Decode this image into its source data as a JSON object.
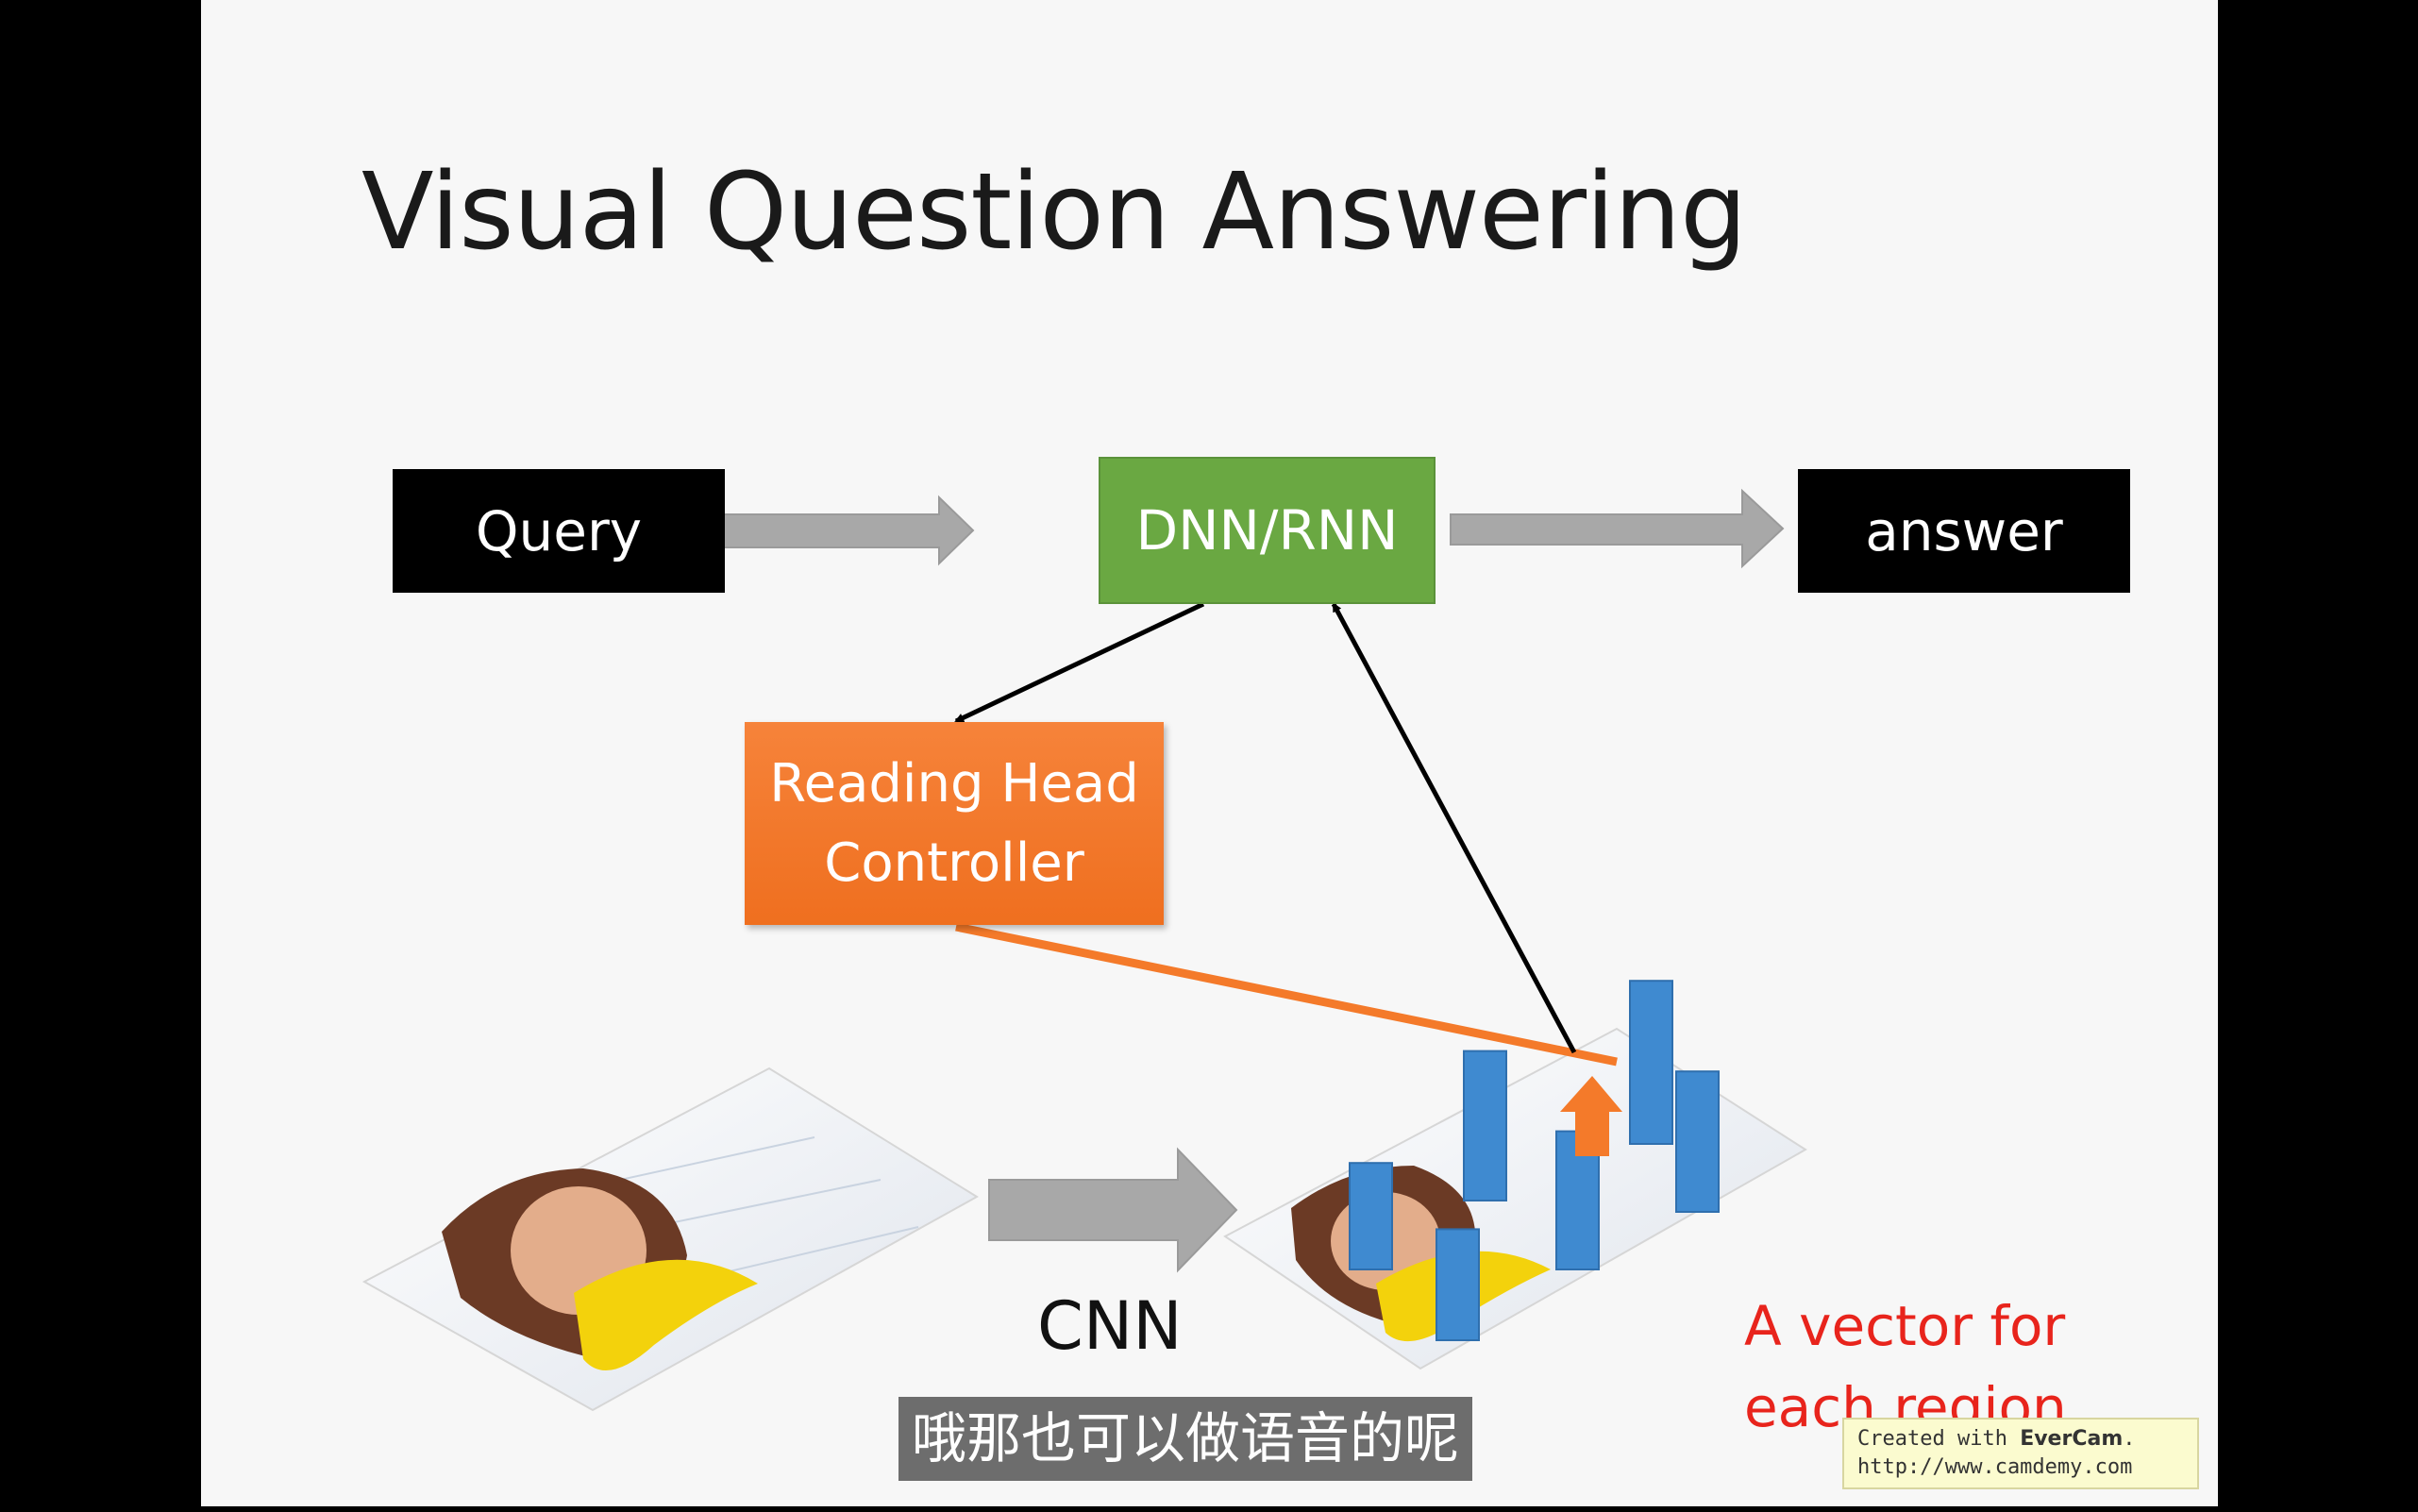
{
  "slide": {
    "title": "Visual Question Answering",
    "nodes": {
      "query": "Query",
      "dnn_rnn": "DNN/RNN",
      "answer": "answer",
      "reading_head_line1": "Reading Head",
      "reading_head_line2": "Controller"
    },
    "cnn_label": "CNN",
    "region_label_line1": "A vector for",
    "region_label_line2": "each region",
    "colors": {
      "node_black": "#000000",
      "dnn_green": "#6aa842",
      "controller_orange": "#f47a2a",
      "feature_bar_blue": "#3f8ad0",
      "arrow_gray": "#a8a8a8",
      "label_red": "#e8241c"
    },
    "feature_vectors": [
      {
        "height": 0.47
      },
      {
        "height": 0.66
      },
      {
        "height": 0.49
      },
      {
        "height": 0.61
      },
      {
        "height": 0.72
      },
      {
        "height": 0.62
      }
    ]
  },
  "subtitle": "哦那也可以做语音的呢",
  "watermark": {
    "prefix": "Created with ",
    "brand": "EverCam",
    "suffix": ".",
    "url": "http://www.camdemy.com"
  }
}
